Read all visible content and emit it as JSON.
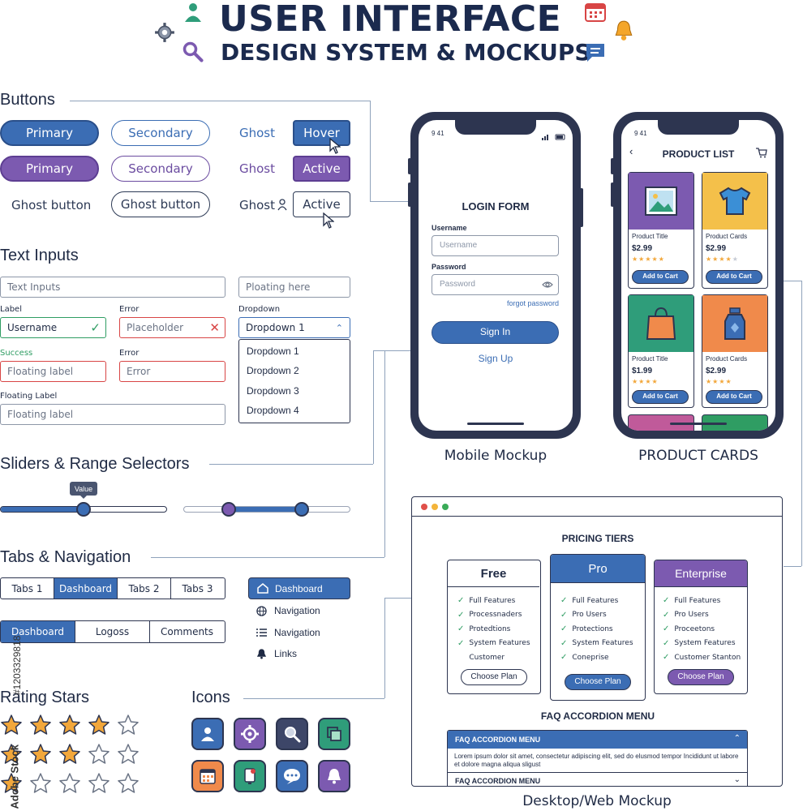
{
  "header": {
    "title": "USER INTERFACE",
    "subtitle": "DESIGN SYSTEM & MOCKUPS"
  },
  "colors": {
    "blue": "#3b6db4",
    "purple": "#7c5ab0",
    "navy": "#1b2a4e",
    "green": "#2f9d63",
    "red": "#d84545",
    "orange": "#f08a4b",
    "yellow": "#f4c04a",
    "star": "#f2a73b"
  },
  "buttons": {
    "section_title": "Buttons",
    "row1": {
      "primary": "Primary",
      "secondary": "Secondary",
      "ghost": "Ghost",
      "hover": "Hover"
    },
    "row2": {
      "primary": "Primary",
      "secondary": "Secondary",
      "ghost": "Ghost",
      "active": "Active"
    },
    "row3": {
      "ghost_button": "Ghost button",
      "ghost_button_outline": "Ghost button",
      "ghost": "Ghost",
      "active": "Active"
    }
  },
  "text_inputs": {
    "section_title": "Text Inputs",
    "text_inputs_placeholder": "Text Inputs",
    "floating_here_placeholder": "Ploating here",
    "label_label": "Label",
    "label_value": "Username",
    "error1_label": "Error",
    "error1_placeholder": "Placeholder",
    "dropdown_label": "Dropdown",
    "dropdown_selected": "Dropdown 1",
    "dropdown_options": [
      "Dropdown 1",
      "Dropdown 2",
      "Dropdown 3",
      "Dropdown 4"
    ],
    "success_label": "Success",
    "success_placeholder": "Floating label",
    "error2_label": "Error",
    "error2_placeholder": "Error",
    "floating_label_label": "Floating Label",
    "floating_label_placeholder": "Floating label"
  },
  "sliders": {
    "section_title": "Sliders & Range Selectors",
    "tooltip": "Value",
    "slider_value_fraction": 0.5,
    "range_low_fraction": 0.27,
    "range_high_fraction": 0.71
  },
  "tabs": {
    "section_title": "Tabs & Navigation",
    "row1": [
      "Tabs 1",
      "Dashboard",
      "Tabs 2",
      "Tabs 3"
    ],
    "row1_active_index": 1,
    "row2": [
      "Dashboard",
      "Logoss",
      "Comments"
    ],
    "row2_active_index": 0,
    "nav": [
      {
        "label": "Dashboard",
        "icon": "home-icon",
        "active": true
      },
      {
        "label": "Navigation",
        "icon": "globe-icon",
        "active": false
      },
      {
        "label": "Navigation",
        "icon": "list-icon",
        "active": false
      },
      {
        "label": "Links",
        "icon": "bell-icon",
        "active": false
      }
    ]
  },
  "rating": {
    "section_title": "Rating Stars",
    "rows": [
      4,
      3,
      1
    ],
    "max": 5
  },
  "icons": {
    "section_title": "Icons",
    "tiles": [
      {
        "name": "user-icon",
        "color": "#3b6db4"
      },
      {
        "name": "gear-icon",
        "color": "#7c5ab0"
      },
      {
        "name": "search-icon",
        "color": "#3d4668"
      },
      {
        "name": "copy-icon",
        "color": "#2f9d7a"
      },
      {
        "name": "calendar-icon",
        "color": "#f08a4b"
      },
      {
        "name": "phone-icon",
        "color": "#2f9d7a"
      },
      {
        "name": "chat-icon",
        "color": "#3b6db4"
      },
      {
        "name": "bell-icon",
        "color": "#7c5ab0"
      }
    ]
  },
  "mobile": {
    "caption": "Mobile Mockup",
    "status_time": "9 41",
    "form_title": "LOGIN FORM",
    "username_label": "Username",
    "username_placeholder": "Username",
    "password_label": "Password",
    "password_placeholder": "Password",
    "forgot": "forgot password",
    "sign_in": "Sign In",
    "sign_up": "Sign Up"
  },
  "product": {
    "caption": "PRODUCT CARDS",
    "status_time": "9 41",
    "title": "PRODUCT LIST",
    "cards": [
      {
        "title": "Product Title",
        "price": "$2.99",
        "stars": 5,
        "button": "Add to Cart",
        "bg": "#7c5ab0",
        "icon": "image-icon"
      },
      {
        "title": "Product Cards",
        "price": "$2.99",
        "stars": 4,
        "button": "Add to Cart",
        "bg": "#f4c04a",
        "icon": "tshirt-icon"
      },
      {
        "title": "Product Title",
        "price": "$1.99",
        "stars": 4,
        "button": "Add to Cart",
        "bg": "#2f9d7a",
        "icon": "bag-icon"
      },
      {
        "title": "Product Cards",
        "price": "$2.99",
        "stars": 4,
        "button": "Add to Cart",
        "bg": "#f08a4b",
        "icon": "bottle-icon"
      }
    ]
  },
  "desktop": {
    "caption": "Desktop/Web Mockup",
    "pricing_title": "PRICING TIERS",
    "tiers": [
      {
        "name": "Free",
        "features": [
          "Full Features",
          "Processnaders",
          "Protedtions",
          "System Features",
          "Customer"
        ],
        "button": "Choose Plan",
        "checks": 4
      },
      {
        "name": "Pro",
        "features": [
          "Full Features",
          "Pro Users",
          "Protections",
          "System Features",
          "Coneprise"
        ],
        "button": "Choose Plan",
        "checks": 5
      },
      {
        "name": "Enterprise",
        "features": [
          "Full Features",
          "Pro Users",
          "Proceetons",
          "System Features",
          "Customer Stanton"
        ],
        "button": "Choose Plan",
        "checks": 5
      }
    ],
    "faq_title": "FAQ ACCORDION MENU",
    "faq_items": [
      {
        "title": "FAQ ACCORDION MENU",
        "body": "Lorem ipsum dolor sit amet, consectetur adipiscing elit, sed do elusmod tempor Incididunt ut labore et dolore magna aliqua sligust"
      },
      {
        "title": "FAQ ACCORDION MENU",
        "body": ""
      }
    ]
  },
  "watermark": {
    "brand": "Adobe Stock",
    "id": "#1203329818"
  }
}
